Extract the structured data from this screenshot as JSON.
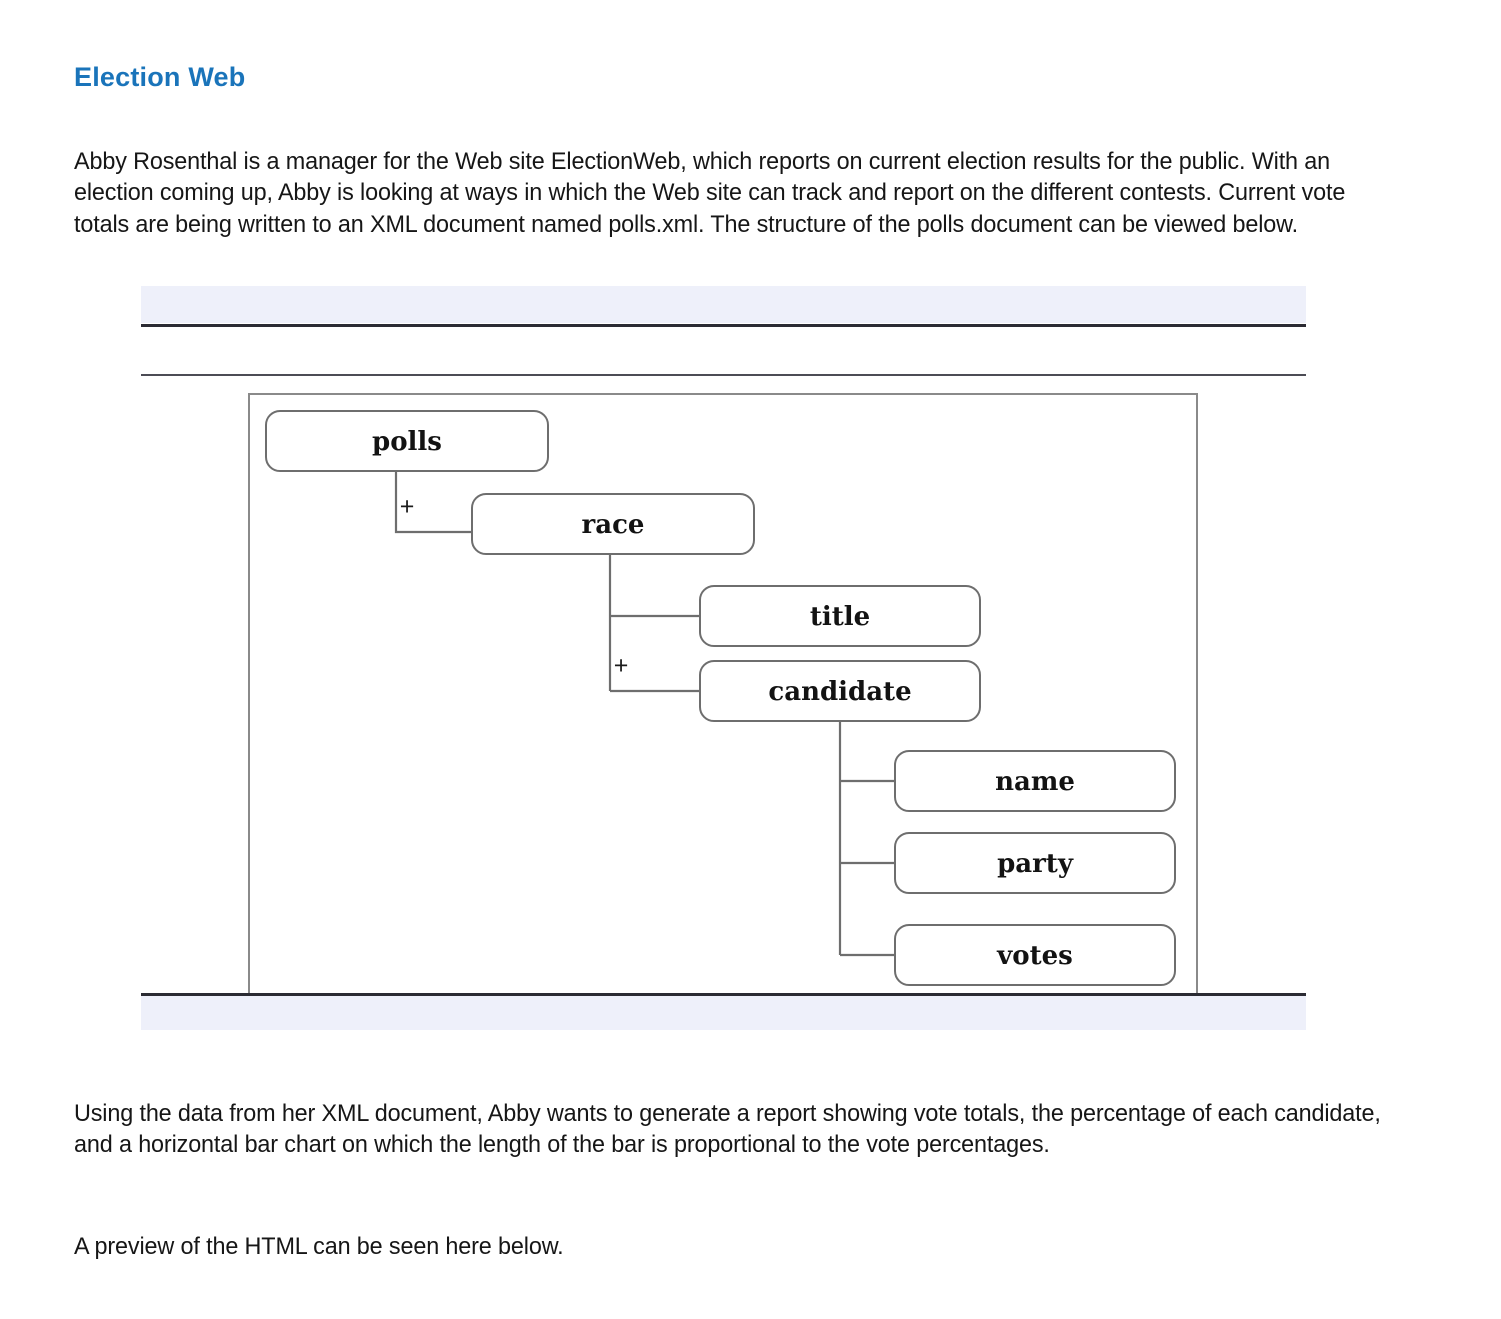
{
  "page": {
    "title": "Election Web",
    "title_color": "#1a74ba",
    "background": "#ffffff"
  },
  "paragraphs": {
    "intro": "Abby Rosenthal is a manager for the Web site ElectionWeb, which reports on current election results for the public. With an election coming up, Abby is looking at ways in which the Web site can track and report on the different contests. Current vote totals are being written to an XML document named polls.xml. The structure of the polls document can be viewed below.",
    "report": "Using the data from her XML document, Abby wants to generate a report showing vote totals, the percentage of each candidate, and a horizontal bar chart on which the length of the bar is proportional to the vote percentages.",
    "preview": "A preview of the HTML can be seen here below."
  },
  "figure": {
    "band_color": "#eef0fa",
    "rule_color": "#2b2b33",
    "border_color": "#8a8a8a",
    "node_border_color": "#6e6e6e",
    "node_fill": "#ffffff",
    "diagram_type": "xml-tree-structure",
    "nodes": [
      {
        "id": "polls",
        "label": "polls",
        "level": 0,
        "occurrence": ""
      },
      {
        "id": "race",
        "label": "race",
        "level": 1,
        "occurrence": "+"
      },
      {
        "id": "title",
        "label": "title",
        "level": 2,
        "occurrence": ""
      },
      {
        "id": "candidate",
        "label": "candidate",
        "level": 2,
        "occurrence": "+"
      },
      {
        "id": "name",
        "label": "name",
        "level": 3,
        "occurrence": ""
      },
      {
        "id": "party",
        "label": "party",
        "level": 3,
        "occurrence": ""
      },
      {
        "id": "votes",
        "label": "votes",
        "level": 3,
        "occurrence": ""
      }
    ],
    "edges": [
      {
        "from": "polls",
        "to": "race",
        "marker": "+"
      },
      {
        "from": "race",
        "to": "title",
        "marker": ""
      },
      {
        "from": "race",
        "to": "candidate",
        "marker": "+"
      },
      {
        "from": "candidate",
        "to": "name",
        "marker": ""
      },
      {
        "from": "candidate",
        "to": "party",
        "marker": ""
      },
      {
        "from": "candidate",
        "to": "votes",
        "marker": ""
      }
    ],
    "markers": {
      "one_or_more": "+"
    }
  }
}
